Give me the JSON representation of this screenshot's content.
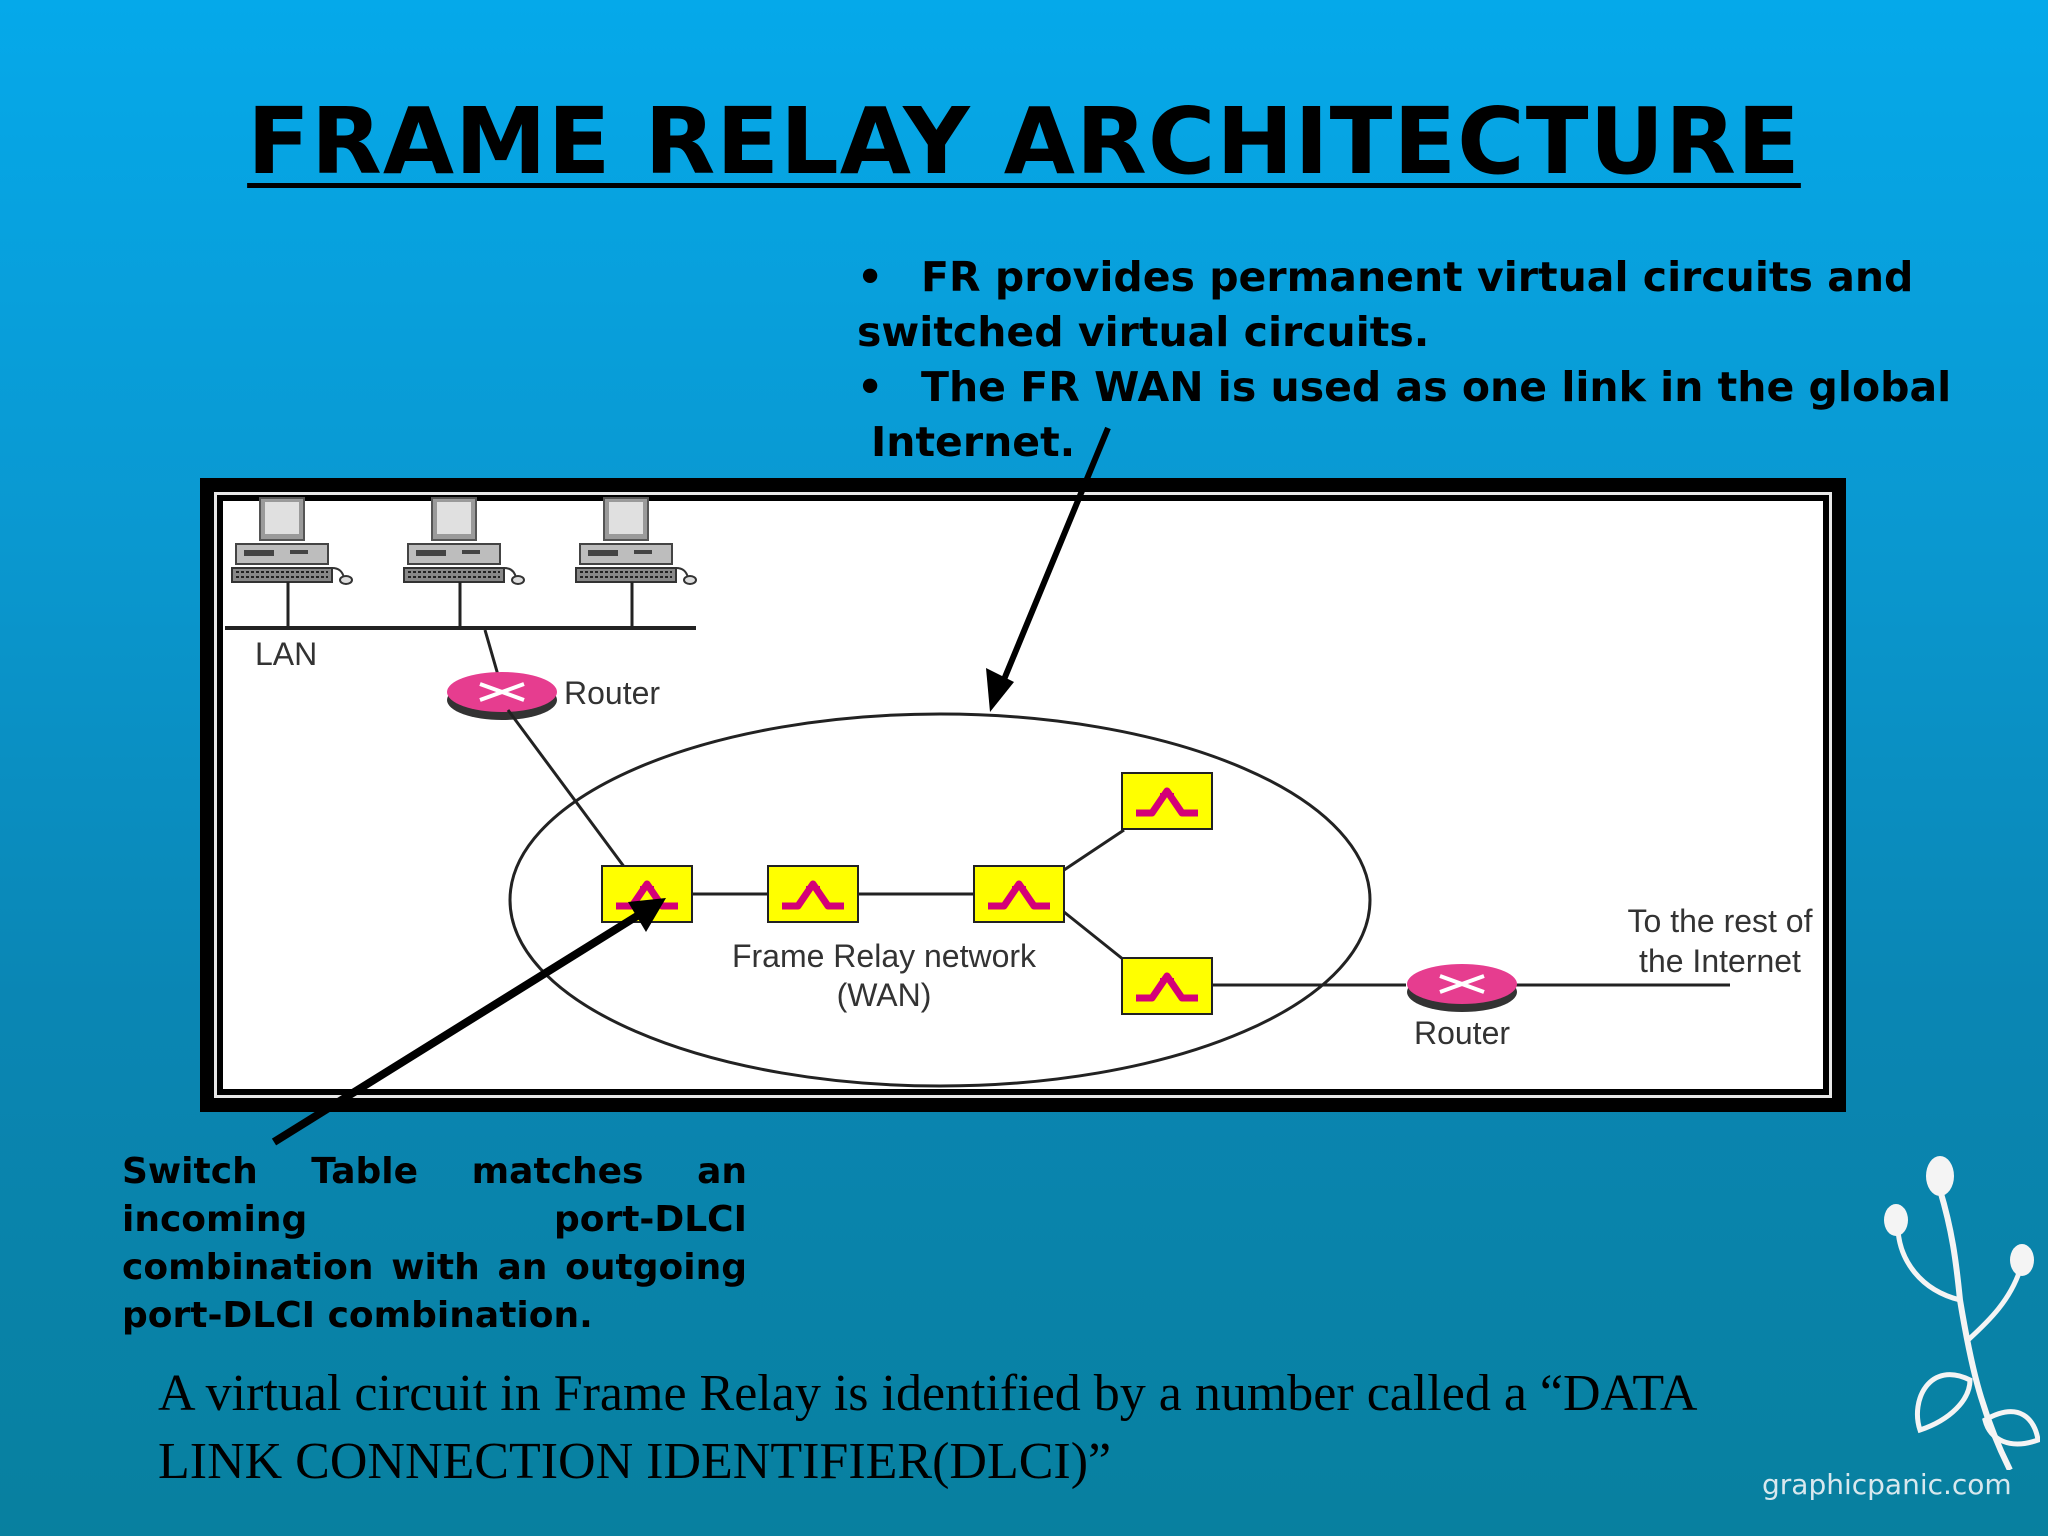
{
  "slide": {
    "title": "FRAME RELAY ARCHITECTURE",
    "bullets": [
      {
        "marker": "•",
        "line1": "FR provides permanent virtual circuits and",
        "line2": "switched virtual circuits."
      },
      {
        "marker": "•",
        "line1": "The FR WAN is used as one link in the global",
        "line2": "Internet."
      }
    ],
    "switch_note": "Switch Table matches an incoming port-DLCI combination with an outgoing port-DLCI combination.",
    "footer_line1": "A virtual circuit in Frame Relay is identified by a number called a “DATA",
    "footer_line2": "LINK CONNECTION IDENTIFIER(DLCI)”",
    "watermark": "graphicpanic.com"
  },
  "diagram": {
    "lan_label": "LAN",
    "router_left_label": "Router",
    "router_right_label": "Router",
    "network_label_line1": "Frame Relay network",
    "network_label_line2": "(WAN)",
    "internet_label_line1": "To the rest of",
    "internet_label_line2": "the Internet",
    "colors": {
      "switch_fill": "#ffff00",
      "switch_symbol": "#d40078",
      "router_fill": "#e63d8f",
      "background_top": "#05a9ea",
      "background_bottom": "#08809f"
    }
  }
}
